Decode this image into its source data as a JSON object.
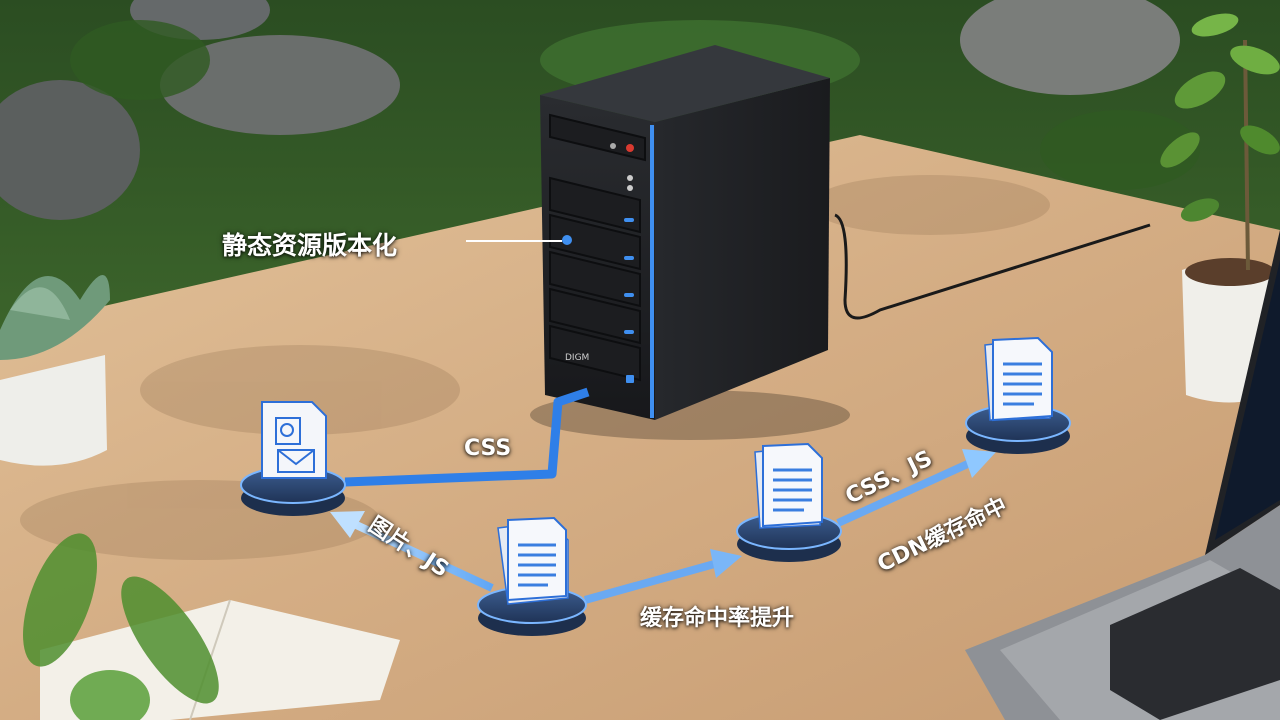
{
  "scene": {
    "server_label": "静态资源版本化",
    "server_brand": "DIGM",
    "flows": {
      "css": "CSS",
      "images_js": "图片、JS",
      "cache_hit_rate": "缓存命中率提升",
      "css_js": "CSS、JS",
      "cdn_cache_hit": "CDN缓存命中"
    },
    "colors": {
      "accent_blue": "#3f8ff0",
      "arrow_light_blue": "#8fc8ff",
      "desk_wood": "#d9b38c",
      "server_body": "#1f2124",
      "grass": "#3d6b2d"
    },
    "icons": [
      "document-icon",
      "image-file-icon",
      "server-icon",
      "laptop-icon",
      "plant-icon",
      "book-icon"
    ]
  }
}
